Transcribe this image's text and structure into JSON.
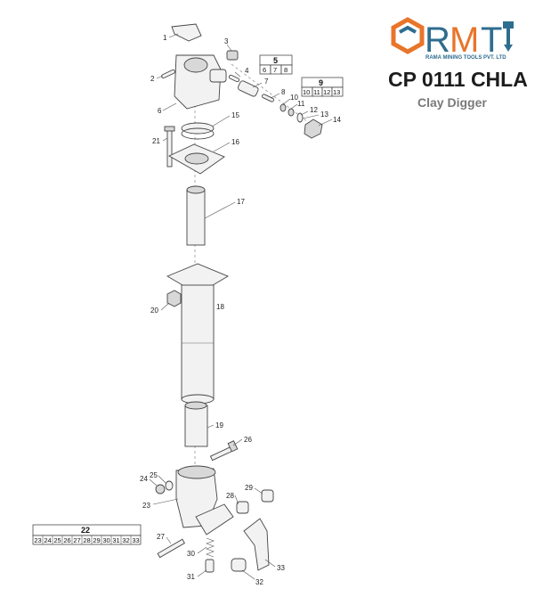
{
  "brand": {
    "logo_letters": "RMT",
    "company_name": "RAMA MINING TOOLS PVT. LTD",
    "model": "CP 0111 CHLA",
    "subtitle": "Clay Digger",
    "colors": {
      "orange": "#e8752a",
      "blue": "#2f6d8f",
      "text": "#1c1c1c",
      "subtitle": "#7a7a7a"
    }
  },
  "part_labels": {
    "p1": "1",
    "p2": "2",
    "p3": "3",
    "p4": "4",
    "p6": "6",
    "p7": "7",
    "p8": "8",
    "p10": "10",
    "p11": "11",
    "p12": "12",
    "p13": "13",
    "p14": "14",
    "p15": "15",
    "p16": "16",
    "p17": "17",
    "p18": "18",
    "p19": "19",
    "p20": "20",
    "p21": "21",
    "p23": "23",
    "p24": "24",
    "p25": "25",
    "p26": "26",
    "p27": "27",
    "p28": "28",
    "p29": "29",
    "p30": "30",
    "p31": "31",
    "p32": "32",
    "p33": "33"
  },
  "groups": {
    "g5": {
      "title": "5",
      "items": [
        "6",
        "7",
        "8"
      ]
    },
    "g9": {
      "title": "9",
      "items": [
        "10",
        "11",
        "12",
        "13"
      ]
    },
    "g22": {
      "title": "22",
      "items": [
        "23",
        "24",
        "25",
        "26",
        "27",
        "28",
        "29",
        "30",
        "31",
        "32",
        "33"
      ]
    }
  }
}
